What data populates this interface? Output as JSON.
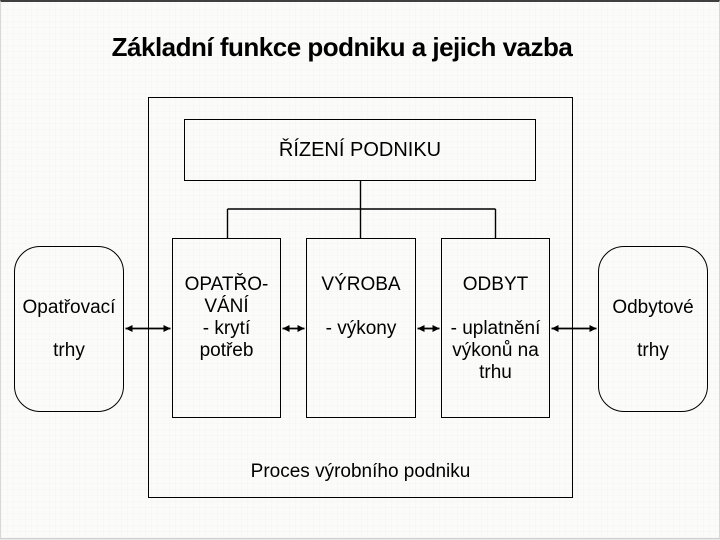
{
  "slide": {
    "title": "Základní funkce podniku a jejich vazba",
    "management_label": "ŘÍZENÍ PODNIKU",
    "functions": [
      {
        "id": "procurement",
        "lines": [
          "OPATŘO-",
          "VÁNÍ",
          "- krytí",
          "potřeb"
        ]
      },
      {
        "id": "production",
        "lines": [
          "VÝROBA",
          "",
          "- výkony"
        ]
      },
      {
        "id": "sales",
        "lines": [
          "ODBYT",
          "",
          "- uplatnění",
          "výkonů na",
          "trhu"
        ]
      }
    ],
    "left_market": {
      "line1": "Opatřovací",
      "line2": "trhy"
    },
    "right_market": {
      "line1": "Odbytové",
      "line2": "trhy"
    },
    "process_label": "Proces výrobního podniku",
    "colors": {
      "line": "#000000",
      "text": "#000000",
      "background": "#fbfbfa",
      "slide_border_top": "#3f3f3f"
    }
  }
}
